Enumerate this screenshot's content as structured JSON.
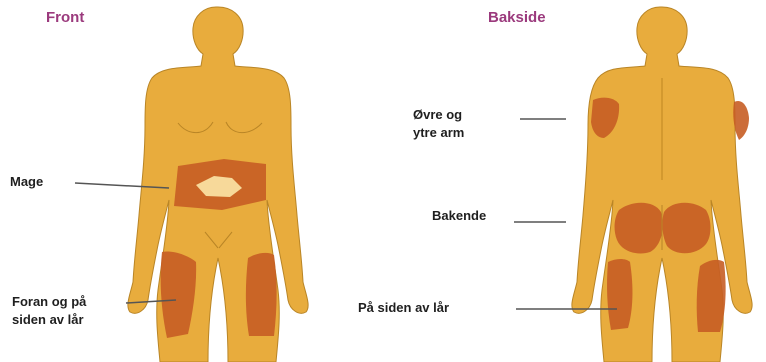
{
  "headings": {
    "front": "Front",
    "back": "Bakside"
  },
  "labels": {
    "mage": "Mage",
    "foran_line1": "Foran og på",
    "foran_line2": "siden av lår",
    "ovre_line1": "Øvre og",
    "ovre_line2": "ytre arm",
    "bakende": "Bakende",
    "pa_siden": "På siden av lår"
  },
  "colors": {
    "skin": "#e8ac3d",
    "skin_outline": "#b98526",
    "injection_zone": "#c65d24",
    "navel_area": "#f7d99a",
    "heading": "#9b3a7d",
    "leader_line": "#555555"
  }
}
